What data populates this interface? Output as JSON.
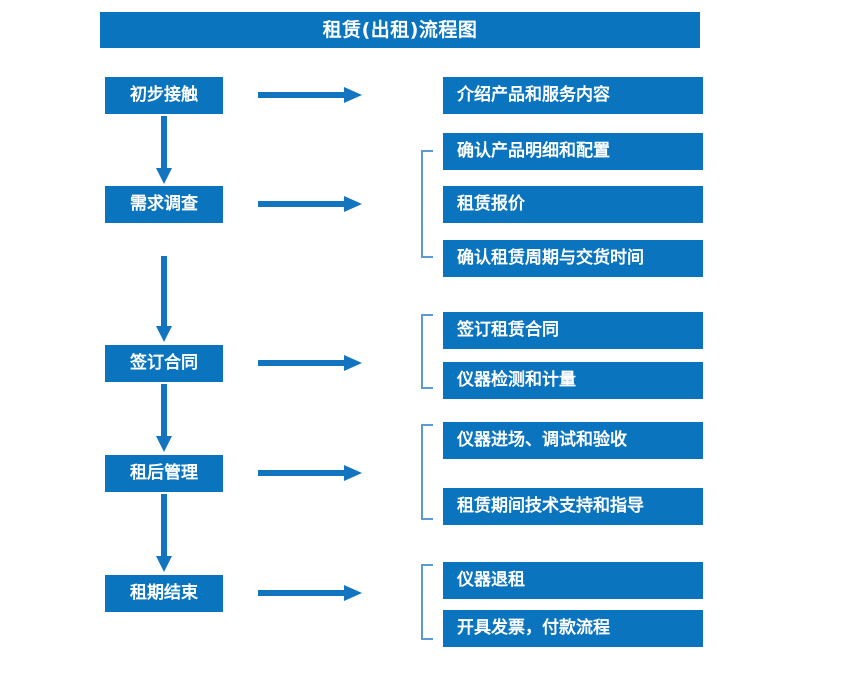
{
  "header": {
    "title": "租赁(出租)流程图"
  },
  "colors": {
    "box_fill": "#0b74be",
    "box_text": "#ffffff",
    "arrow": "#1374c0",
    "bracket": "#5b9bd5",
    "background": "#ffffff"
  },
  "flow": {
    "stages": [
      {
        "label": "初步接触"
      },
      {
        "label": "需求调查"
      },
      {
        "label": "签订合同"
      },
      {
        "label": "租后管理"
      },
      {
        "label": "租期结束"
      }
    ],
    "tasks": [
      {
        "label": "介绍产品和服务内容"
      },
      {
        "label": "确认产品明细和配置"
      },
      {
        "label": "租赁报价"
      },
      {
        "label": "确认租赁周期与交货时间"
      },
      {
        "label": "签订租赁合同"
      },
      {
        "label": "仪器检测和计量"
      },
      {
        "label": "仪器进场、调试和验收"
      },
      {
        "label": "租赁期间技术支持和指导"
      },
      {
        "label": "仪器退租"
      },
      {
        "label": "开具发票，付款流程"
      }
    ],
    "groups": [
      {
        "stage": "需求调查",
        "task_labels": [
          "确认产品明细和配置",
          "租赁报价",
          "确认租赁周期与交货时间"
        ]
      },
      {
        "stage": "签订合同",
        "task_labels": [
          "签订租赁合同",
          "仪器检测和计量"
        ]
      },
      {
        "stage": "租后管理",
        "task_labels": [
          "仪器进场、调试和验收",
          "租赁期间技术支持和指导"
        ]
      },
      {
        "stage": "租期结束",
        "task_labels": [
          "仪器退租",
          "开具发票，付款流程"
        ]
      }
    ],
    "connectors": {
      "right_arrow_icon": "arrow-right-icon",
      "down_arrow_icon": "arrow-down-icon",
      "bracket_icon": "group-bracket-icon"
    }
  }
}
